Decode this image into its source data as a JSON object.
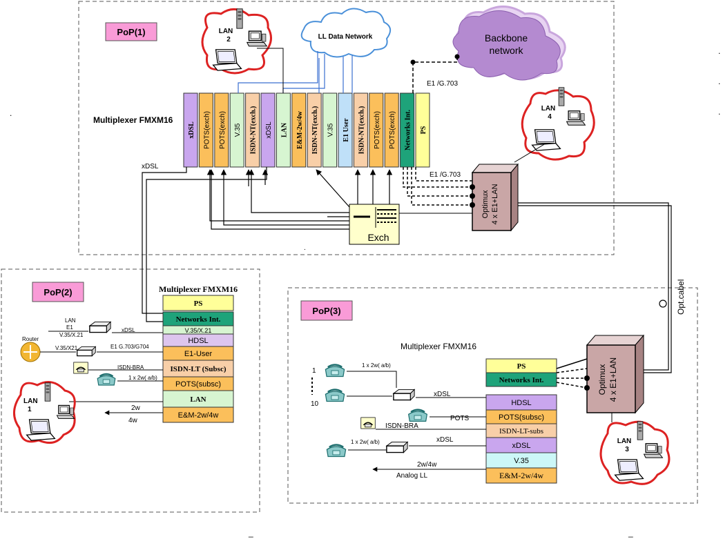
{
  "pops": {
    "p1": "PoP(1)",
    "p2": "PoP(2)",
    "p3": "PoP(3)"
  },
  "mux": {
    "m1": "Multiplexer FMXM16",
    "m2": "Multiplexer FMXM16",
    "m3": "Multiplexer FMXM16"
  },
  "clouds": {
    "ll": "LL Data Network",
    "bb1": "Backbone",
    "bb2": "network"
  },
  "mux1_cards": [
    "xDSL",
    "POTS(exch)",
    "POTS(exch)",
    "V.35",
    "ISDN-NT(exch.)",
    "xDSL",
    "LAN",
    "E&M-2w/4w",
    "ISDN-NT(exch.)",
    "V.35",
    "E1 User",
    "ISDN-NT(exch.)",
    "POTS(exch)",
    "POTS(exch)",
    "Networks Int.",
    "PS"
  ],
  "mux2_cards": [
    "PS",
    "Networks Int.",
    "V.35/X.21",
    "HDSL",
    "E1-User",
    "ISDN-LT (Subsc)",
    "POTS(subsc)",
    "LAN",
    "E&M-2w/4w"
  ],
  "mux3_cards": [
    "PS",
    "Networks Int.",
    "HDSL",
    "POTS(subsc)",
    "ISDN-LT-subs",
    "xDSL",
    "V.35",
    "E&M-2w/4w"
  ],
  "optimux": {
    "o1a": "Optimux",
    "o1b": "4 x E1+LAN",
    "o3a": "Optimux",
    "o3b": "4 x E1+LAN"
  },
  "lans": {
    "l1": "LAN",
    "l1n": "1",
    "l2": "LAN",
    "l2n": "2",
    "l3": "LAN",
    "l3n": "3",
    "l4": "LAN",
    "l4n": "4"
  },
  "labels": {
    "e1g703a": "E1 /G.703",
    "e1g703b": "E1 /G.703",
    "xdsl_top": "xDSL",
    "exch": "Exch",
    "optcabel": "Opt.cabel",
    "p2_lan": "LAN",
    "p2_e1": "E1",
    "p2_v35a": "V.35/X.21",
    "p2_xdsl": "xDSL",
    "router": "Router",
    "p2_v35b": "V.35/X21",
    "p2_e1g": "E1 G.703/G704",
    "p2_isdnbra": "ISDN-BRA",
    "p2_2w": "1 x 2w( a/b)",
    "p2_2wb": "2w",
    "p2_4w": "4w",
    "p3_2wa": "1 x 2w( a/b)",
    "p3_1": "1",
    "p3_10": "10",
    "p3_xdsl": "xDSL",
    "p3_pots": "POTS",
    "p3_isdn": "ISDN-BRA",
    "p3_2wb": "1 x 2w( a/b)",
    "p3_xdsl2": "xDSL",
    "p3_2w4w": "2w/4w",
    "p3_analog": "Analog LL",
    "dot": ".",
    "dash": "_"
  },
  "colors": {
    "purple": "#c9a6ee",
    "orange": "#fbbf5b",
    "green": "#d7f5d1",
    "salmon": "#f8cfa8",
    "blue": "#bfe0f8",
    "teal": "#1ea37a",
    "yellow": "#ffff99",
    "pink": "#f99bd7",
    "lightpurple": "#ddc5ee",
    "cyan": "#ccf7f7"
  }
}
